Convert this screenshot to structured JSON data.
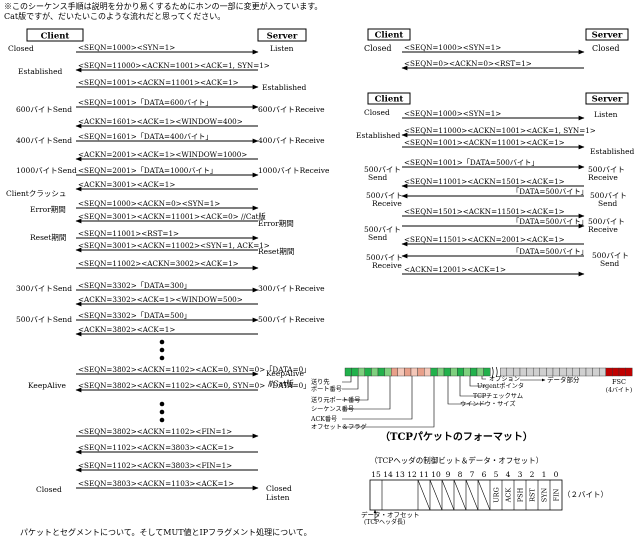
{
  "header": {
    "line1": "※このシーケンス手順は説明を分かり易くするためにホンの一部に変更が入っています。",
    "line2": "Cat版ですが、だいたいこのような流れだと思ってください。"
  },
  "footer": "パケットとセグメントについて。そしてMUT値とIPフラグメント処理について。",
  "boxes": {
    "client": "Client",
    "server": "Server"
  },
  "seq_left": {
    "states": [
      {
        "text": "Closed"
      },
      {
        "text": "Established"
      },
      {
        "text": "600バイトSend"
      },
      {
        "text": "400バイトSend"
      },
      {
        "text": "1000バイトSend"
      },
      {
        "text": "Clientクラッシュ"
      },
      {
        "text": "Error期間"
      },
      {
        "text": "Reset期間"
      },
      {
        "text": "300バイトSend"
      },
      {
        "text": "500バイトSend"
      },
      {
        "text": "KeepAlive"
      },
      {
        "text": "Closed"
      }
    ],
    "server_states": [
      {
        "text": "Listen"
      },
      {
        "text": "Established"
      },
      {
        "text": "600バイトReceive"
      },
      {
        "text": "400バイトReceive"
      },
      {
        "text": "1000バイトReceive"
      },
      {
        "text": "Error期間"
      },
      {
        "text": "Reset期間"
      },
      {
        "text": "300バイトReceive"
      },
      {
        "text": "500バイトReceive"
      },
      {
        "text": "KeepAlive"
      },
      {
        "text": "//Cat版"
      },
      {
        "text": "Closed"
      },
      {
        "text": "Listen"
      }
    ],
    "messages": [
      {
        "text": "<SEQN=1000><SYN=1>",
        "dir": "r"
      },
      {
        "text": "<SEQN=11000><ACKN=1001><ACK=1, SYN=1>",
        "dir": "l"
      },
      {
        "text": "<SEQN=1001><ACKN=11001><ACK=1>",
        "dir": "r"
      },
      {
        "text": "<SEQN=1001>「DATA=600バイト」",
        "dir": "r"
      },
      {
        "text": "<ACKN=1601><ACK=1><WINDOW=400>",
        "dir": "l"
      },
      {
        "text": "<SEQN=1601>「DATA=400バイト」",
        "dir": "r"
      },
      {
        "text": "<ACKN=2001><ACK=1><WINDOW=1000>",
        "dir": "l"
      },
      {
        "text": "<SEQN=2001>「DATA=1000バイト」",
        "dir": "r"
      },
      {
        "text": "<ACKN=3001><ACK=1>",
        "dir": "l"
      },
      {
        "text": "<SEQN=1000><ACKN=0><SYN=1>",
        "dir": "r"
      },
      {
        "text": "<SEQN=3001><ACKN=11001><ACK=0> //Cat版",
        "dir": "l"
      },
      {
        "text": "<SEQN=11001><RST=1>",
        "dir": "r"
      },
      {
        "text": "<SEQN=3001><ACKN=11002><SYN=1, ACK=1>",
        "dir": "l"
      },
      {
        "text": "<SEQN=11002><ACKN=3002><ACK=1>",
        "dir": "r"
      },
      {
        "text": "<SEQN=3302>「DATA=300」",
        "dir": "r"
      },
      {
        "text": "<ACKN=3302><ACK=1><WINDOW=500>",
        "dir": "l"
      },
      {
        "text": "<SEQN=3302>「DATA=500」",
        "dir": "r"
      },
      {
        "text": "<ACKN=3802><ACK=1>",
        "dir": "l"
      },
      {
        "text": "<SEQN=3802><ACKN=1102><ACK=0, SYN=0>「DATA=0」",
        "dir": "r"
      },
      {
        "text": "<SEQN=3802><ACKN=1102><ACK=0, SYN=0>「DATA=0」",
        "dir": "l"
      },
      {
        "text": "<SEQN=3802><ACKN=1102><FIN=1>",
        "dir": "r"
      },
      {
        "text": "<SEQN=1102><ACKN=3803><ACK=1>",
        "dir": "l"
      },
      {
        "text": "<SEQN=1102><ACKN=3803><FIN=1>",
        "dir": "l"
      },
      {
        "text": "<SEQN=3803><ACKN=1103><ACK=1>",
        "dir": "r"
      }
    ]
  },
  "seq_right_top": {
    "client_state": "Closed",
    "server_state": "Closed",
    "messages": [
      {
        "text": "<SEQN=1000><SYN=1>",
        "dir": "r"
      },
      {
        "text": "<SEQN=0><ACKN=0><RST=1>",
        "dir": "l"
      }
    ]
  },
  "seq_right": {
    "client_states": [
      {
        "text": "Closed"
      },
      {
        "text": "Established"
      },
      {
        "text": "500バイト"
      },
      {
        "text": "Send"
      },
      {
        "text": "500バイト"
      },
      {
        "text": "Receive"
      },
      {
        "text": "500バイト"
      },
      {
        "text": "Send"
      },
      {
        "text": "500バイト"
      },
      {
        "text": "Receive"
      }
    ],
    "server_states": [
      {
        "text": "Listen"
      },
      {
        "text": "Established"
      },
      {
        "text": "500バイト"
      },
      {
        "text": "Receive"
      },
      {
        "text": "500バイト"
      },
      {
        "text": "Send"
      },
      {
        "text": "500バイト"
      },
      {
        "text": "Receive"
      },
      {
        "text": "500バイト"
      },
      {
        "text": "Send"
      }
    ],
    "messages": [
      {
        "text": "<SEQN=1000><SYN=1>",
        "dir": "r"
      },
      {
        "text": "<SEQN=11000><ACKN=1001><ACK=1, SYN=1>",
        "dir": "l"
      },
      {
        "text": "<SEQN=1001><ACKN=11001><ACK=1>",
        "dir": "r"
      },
      {
        "text": "<SEQN=1001>「DATA=500バイト」",
        "dir": "r"
      },
      {
        "text": "<SEQN=11001><ACKN=1501><ACK=1>",
        "dir": "l"
      },
      {
        "text": "「DATA=500バイト」",
        "dir": "l"
      },
      {
        "text": "<SEQN=1501><ACKN=11501><ACK=1>",
        "dir": "r"
      },
      {
        "text": "「DATA=500バイト」",
        "dir": "r"
      },
      {
        "text": "<SEQN=11501><ACKN=2001><ACK=1>",
        "dir": "l"
      },
      {
        "text": "「DATA=500バイト」",
        "dir": "l"
      },
      {
        "text": "<ACKN=12001><ACK=1>",
        "dir": "r"
      }
    ]
  },
  "packet": {
    "caption": "（TCPパケットのフォーマット）",
    "labels_left": [
      {
        "text": "送り先"
      },
      {
        "text": "ポート番号"
      },
      {
        "text": "送り元ポート番号"
      },
      {
        "text": "シーケンス番号"
      },
      {
        "text": "ACK番号"
      },
      {
        "text": "オフセット＆フラグ"
      }
    ],
    "labels_right": [
      {
        "text": "オプション"
      },
      {
        "text": "Urgentポインタ"
      },
      {
        "text": "TCPチェックサム"
      },
      {
        "text": "ウインドウ・サイズ"
      }
    ],
    "data_label": "データ部分",
    "fsc_label": "FSC",
    "fsc_sub": "(4バイト)",
    "cells": [
      {
        "color": "#22b14c"
      },
      {
        "color": "#22b14c"
      },
      {
        "color": "#7fd07f"
      },
      {
        "color": "#22b14c"
      },
      {
        "color": "#7fd07f"
      },
      {
        "color": "#22b14c"
      },
      {
        "color": "#7fd07f"
      },
      {
        "color": "#e8a08a"
      },
      {
        "color": "#f4c7b8"
      },
      {
        "color": "#e8a08a"
      },
      {
        "color": "#f4c7b8"
      },
      {
        "color": "#e8a08a"
      },
      {
        "color": "#f4c7b8"
      },
      {
        "color": "#22b14c"
      },
      {
        "color": "#7fd07f"
      },
      {
        "color": "#22b14c"
      },
      {
        "color": "#7fd07f"
      },
      {
        "color": "#22b14c"
      },
      {
        "color": "#7fd07f"
      },
      {
        "color": "#22b14c"
      },
      {
        "color": "#7fd07f"
      },
      {
        "color": "#22b14c"
      },
      {
        "color": "#d0d0d0"
      },
      {
        "color": "#d0d0d0"
      },
      {
        "color": "#d0d0d0"
      },
      {
        "color": "#d0d0d0"
      },
      {
        "color": "#d0d0d0"
      },
      {
        "color": "#d0d0d0"
      },
      {
        "color": "#d0d0d0"
      },
      {
        "color": "#d0d0d0"
      },
      {
        "color": "#d0d0d0"
      },
      {
        "color": "#d0d0d0"
      },
      {
        "color": "#d0d0d0"
      },
      {
        "color": "#d0d0d0"
      },
      {
        "color": "#d0d0d0"
      },
      {
        "color": "#d0d0d0"
      },
      {
        "color": "#d0d0d0"
      },
      {
        "color": "#d0d0d0"
      },
      {
        "color": "#c00000"
      },
      {
        "color": "#c00000"
      },
      {
        "color": "#c00000"
      },
      {
        "color": "#c00000"
      }
    ]
  },
  "flags": {
    "title": "（TCPヘッダの制御ビット＆データ・オフセット）",
    "bits": [
      {
        "text": "15"
      },
      {
        "text": "14"
      },
      {
        "text": "13"
      },
      {
        "text": "12"
      },
      {
        "text": "11"
      },
      {
        "text": "10"
      },
      {
        "text": "9"
      },
      {
        "text": "8"
      },
      {
        "text": "7"
      },
      {
        "text": "6"
      },
      {
        "text": "5"
      },
      {
        "text": "4"
      },
      {
        "text": "3"
      },
      {
        "text": "2"
      },
      {
        "text": "1"
      },
      {
        "text": "0"
      }
    ],
    "flag_names": [
      {
        "text": "FIN"
      },
      {
        "text": "SYN"
      },
      {
        "text": "RST"
      },
      {
        "text": "PSH"
      },
      {
        "text": "ACK"
      },
      {
        "text": "URG"
      }
    ],
    "size": "（２バイト）",
    "offset_label1": "データ・オフセット",
    "offset_label2": "(TCPヘッダ長)"
  }
}
